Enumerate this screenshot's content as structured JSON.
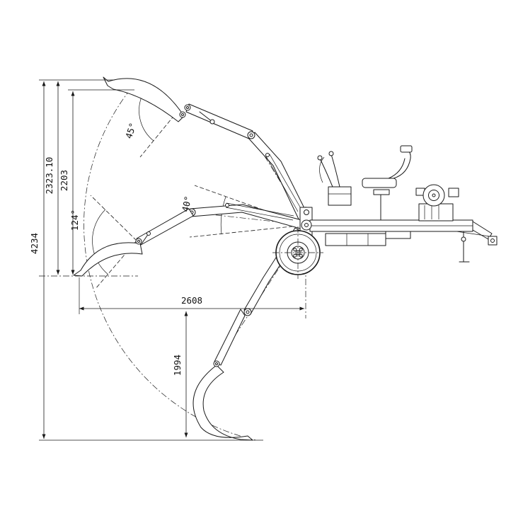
{
  "colors": {
    "line": "#1a1a1a",
    "background": "#ffffff"
  },
  "dims": {
    "h4234": "4234",
    "h2323": "2323.10",
    "h2203": "2203",
    "a124": "124°",
    "a45": "45°",
    "a40": "40°",
    "w2608": "2608",
    "d1994": "1994"
  }
}
